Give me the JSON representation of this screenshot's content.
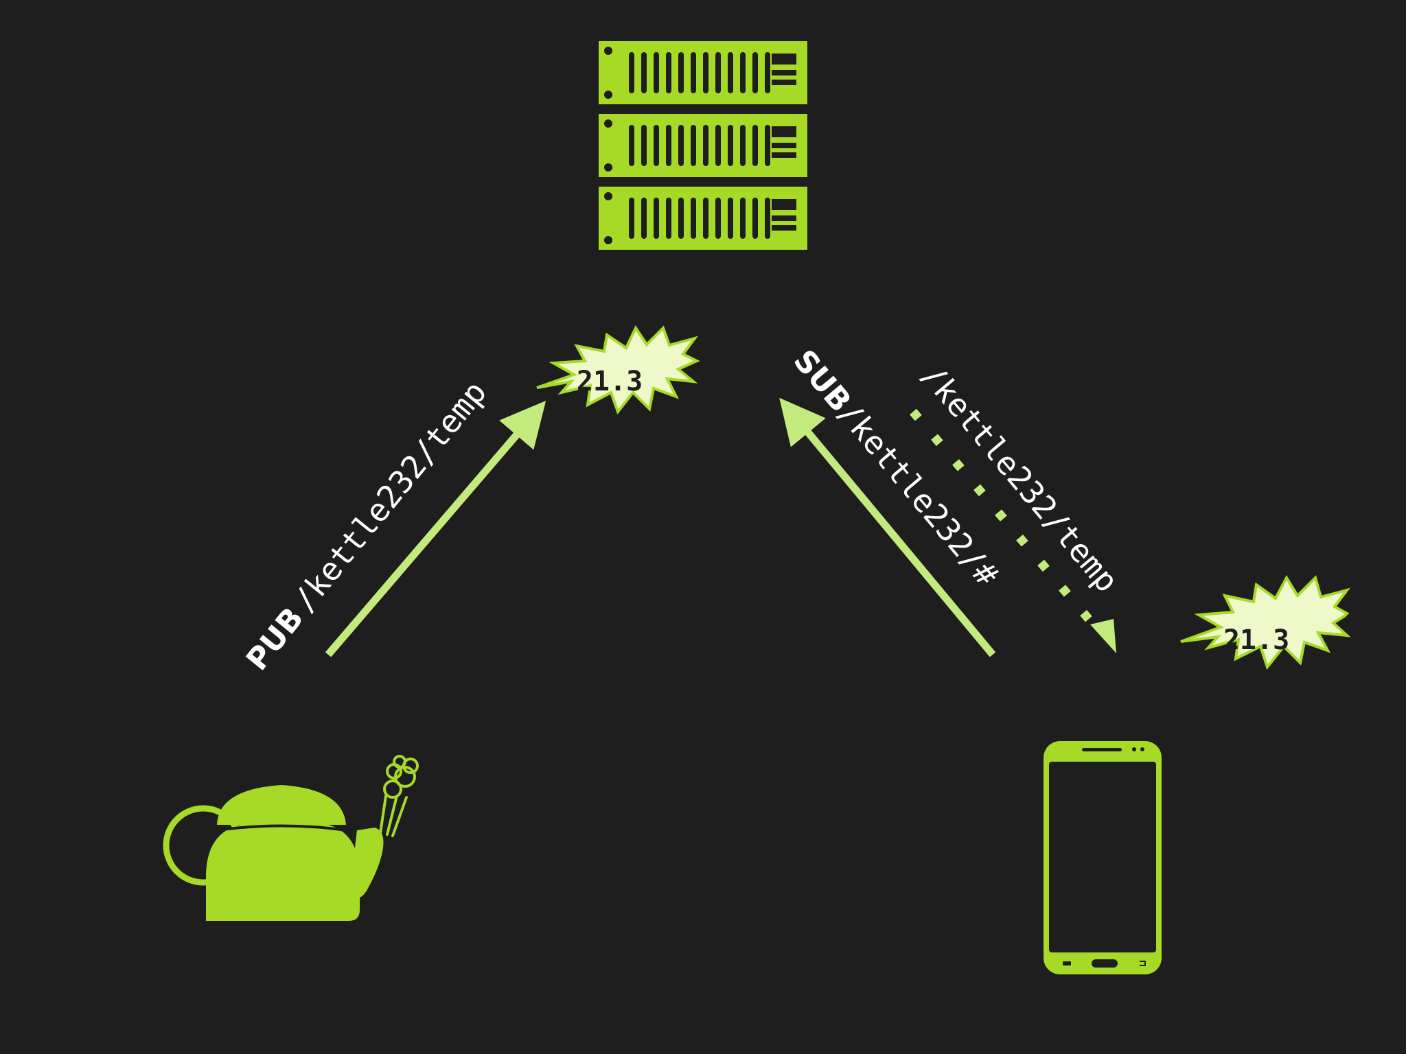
{
  "colors": {
    "background": "#1e1e1f",
    "device_green": "#a6da26",
    "arrow_green": "#c3ea7c",
    "burst_fill": "#eef8c8",
    "text_white": "#ffffff",
    "value_text": "#1e1e1f"
  },
  "icons": {
    "broker": "server-rack-icon",
    "publisher": "kettle-icon",
    "subscriber": "smartphone-icon"
  },
  "publish": {
    "verb": "PUB",
    "topic": "/kettle232/temp",
    "value": "21.3"
  },
  "subscribe": {
    "verb": "SUB",
    "topic": "/kettle232/#",
    "delivered_topic": "/kettle232/temp",
    "value": "21.3"
  }
}
